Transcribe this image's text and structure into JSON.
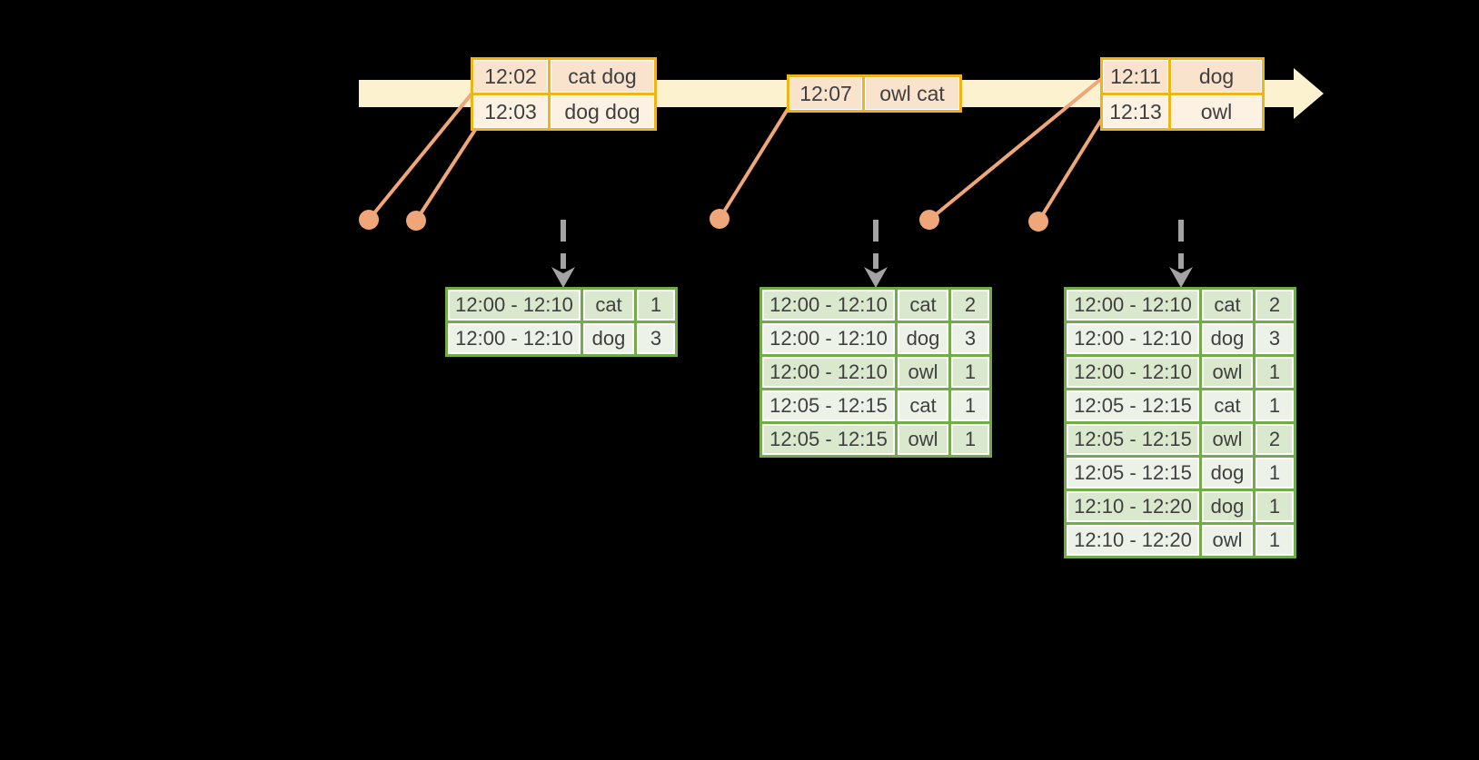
{
  "colors": {
    "background": "#000000",
    "timeline_fill": "#FDF2D0",
    "event_border": "#F1B416",
    "event_row_dark": "#FAE3CD",
    "event_row_light": "#FCF1E3",
    "connector": "#EFA678",
    "trigger_arrow": "#A3A3A3",
    "result_border": "#70AD47",
    "result_row_dark": "#DAE8CE",
    "result_row_light": "#EDF2E9",
    "ink": "#3F3F3F",
    "cell_gap": "#FFFFFF"
  },
  "icons": {
    "timeline": "right-arrow",
    "event_marker": "dot",
    "trigger": "down-dashed-arrow"
  },
  "timeline": {
    "event_tables": [
      {
        "rows": [
          [
            "12:02",
            "cat dog"
          ],
          [
            "12:03",
            "dog dog"
          ]
        ]
      },
      {
        "rows": [
          [
            "12:07",
            "owl cat"
          ]
        ]
      },
      {
        "rows": [
          [
            "12:11",
            "dog"
          ],
          [
            "12:13",
            "owl"
          ]
        ]
      }
    ]
  },
  "result_tables": [
    {
      "rows": [
        [
          "12:00 - 12:10",
          "cat",
          "1"
        ],
        [
          "12:00 - 12:10",
          "dog",
          "3"
        ]
      ]
    },
    {
      "rows": [
        [
          "12:00 - 12:10",
          "cat",
          "2"
        ],
        [
          "12:00 - 12:10",
          "dog",
          "3"
        ],
        [
          "12:00 - 12:10",
          "owl",
          "1"
        ],
        [
          "12:05 - 12:15",
          "cat",
          "1"
        ],
        [
          "12:05 - 12:15",
          "owl",
          "1"
        ]
      ]
    },
    {
      "rows": [
        [
          "12:00 - 12:10",
          "cat",
          "2"
        ],
        [
          "12:00 - 12:10",
          "dog",
          "3"
        ],
        [
          "12:00 - 12:10",
          "owl",
          "1"
        ],
        [
          "12:05 - 12:15",
          "cat",
          "1"
        ],
        [
          "12:05 - 12:15",
          "owl",
          "2"
        ],
        [
          "12:05 - 12:15",
          "dog",
          "1"
        ],
        [
          "12:10 - 12:20",
          "dog",
          "1"
        ],
        [
          "12:10 - 12:20",
          "owl",
          "1"
        ]
      ]
    }
  ]
}
